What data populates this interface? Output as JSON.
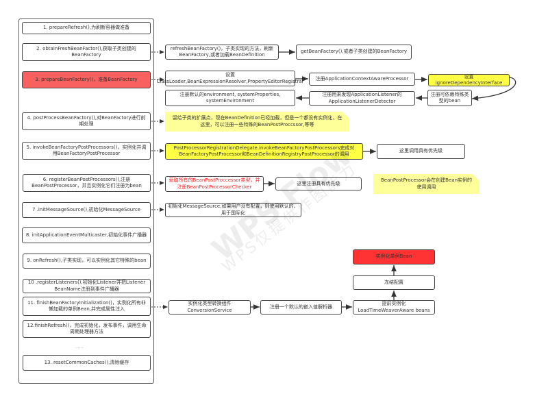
{
  "left_steps": [
    "1. prepareRefresh(),为刷新容器做准备",
    "2. obtainFreshBeanFactor(),获取子类创建的BeanFactory",
    "3. prepareBeanFactory()，准备BeanFactory",
    "4. postProcessBeanFactory(),对BeanFactory进行前期处理",
    "5. invokeBeanFactoryPostProcessors()，实例化并调用BeanFactoryPostProcessor",
    "6. registerBeanPostProcessors(),注册BeanPostProcessor，并且实例化它们注册为bean",
    "7 .initMessageSource(),初始化MessageSource",
    "8. initApplicationEventMulticaster,初始化事件广播器",
    "9. onRefresh(),子类实现，可以实例化其它特殊的bean",
    "10 .registerListeners(),初始化Listener并把Listener BeanName注册到事件广播器",
    "11. finishBeanFactoryInitialization()，实例化所有非懒加载的单例Bean,并完成属性注入",
    "12.finishRefresh()，完成初始化，发布事件，调用生命周期处理器方法",
    "......",
    "13. resetCommonCaches(),清除缓存"
  ],
  "step2": {
    "refresh": "refreshBeanFactory()，子类实现的方法，刷新BeanFactory,或者加载BeanDefinition",
    "get": "getBeanFactory(),或者子类创建的BeanFactory"
  },
  "step3": {
    "set_classloader": "设置ClassLoader,BeanExpressionResolver,PropertyEditorRegistrar",
    "register_aware": "注册ApplicationContextAwareProcessor",
    "ignore_dep": "设置ignoreDependencyInterface",
    "resolvable": "注册可依赖特殊类型的bean",
    "listener_detector": "注册用来发现ApplicationListener的ApplicationListenerDetector",
    "env": "注册默认的environment, systemProperties, systemEnvironment"
  },
  "step4_note": "留给子类的扩展点，现在BeanDefinition已经加载，但是一个都没有实例化，在这里，可以注册一些特殊的BeanPostProccssor,等等",
  "step5": {
    "delegate": "PostProcessorRegistrationDelegate.invokeBeanFactoryPostProcessors完成对BeanFactoryPostProcessor和BeanDefinitionRegistryPostProcessor的调用",
    "priority": "这里调用具有优先级"
  },
  "step6": {
    "get_all": "获取所有的BeanPostProccessor类型，并注册BeanPostProcessorChecker",
    "priority": "这里注册具有优先级",
    "note": "BeanPostProcessor会在创建Bean实例的使用调用"
  },
  "step7": "初始化MessageSource,如果用户没有配置，则使用默认的，用于国际化",
  "step11": {
    "conversion": "实例化类型转换组件ConversionService",
    "resolver": "注册一个默认的嵌入值解析器",
    "ltw": "提前实例化LoadTimeWeaverAware beans",
    "freeze": "冻结配置",
    "singleton": "实例化单例Bean"
  },
  "watermark": {
    "big": "WPS Flow",
    "small": "WPS仅提供作图能力"
  }
}
